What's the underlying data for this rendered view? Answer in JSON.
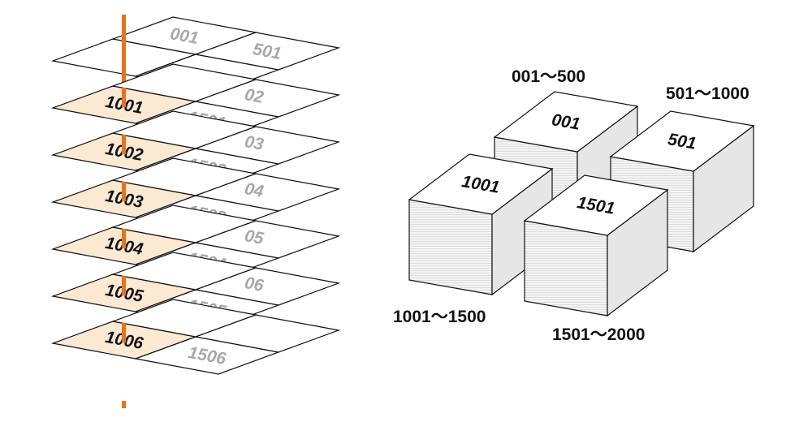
{
  "colors": {
    "axis_line": "#E8731A",
    "highlight_cell": "#FBE9D3",
    "cell": "#FFFFFF",
    "stroke": "#111111",
    "muted_text": "#A8A8A8",
    "strong_text": "#111111",
    "cube_side_light": "#F3F3F3",
    "cube_side_dark": "#E6E6E6"
  },
  "sheet_stack": {
    "sheets": [
      {
        "cells": [
          "001",
          "501",
          "",
          ""
        ],
        "highlight": []
      },
      {
        "cells": [
          "1001",
          "1501",
          "02",
          ""
        ],
        "highlight": [
          0
        ]
      },
      {
        "cells": [
          "1002",
          "1502",
          "03",
          ""
        ],
        "highlight": [
          0
        ]
      },
      {
        "cells": [
          "1003",
          "1503",
          "04",
          ""
        ],
        "highlight": [
          0
        ]
      },
      {
        "cells": [
          "1004",
          "1504",
          "05",
          ""
        ],
        "highlight": [
          0
        ]
      },
      {
        "cells": [
          "1005",
          "1505",
          "06",
          ""
        ],
        "highlight": [
          0
        ]
      },
      {
        "cells": [
          "1006",
          "1506",
          "",
          ""
        ],
        "highlight": [
          0
        ]
      }
    ]
  },
  "cubes": [
    {
      "id": "cube-001",
      "top_label": "001",
      "range_label": "001～500"
    },
    {
      "id": "cube-501",
      "top_label": "501",
      "range_label": "501～1000"
    },
    {
      "id": "cube-1001",
      "top_label": "1001",
      "range_label": "1001～1500"
    },
    {
      "id": "cube-1501",
      "top_label": "1501",
      "range_label": "1501～2000"
    }
  ]
}
